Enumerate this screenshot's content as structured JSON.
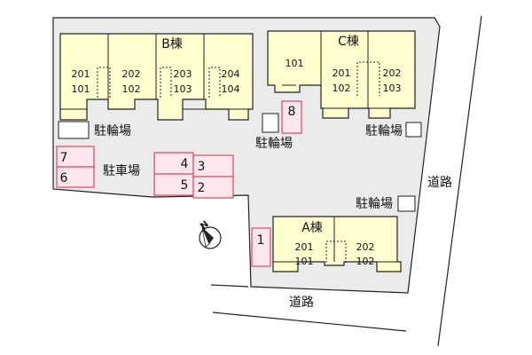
{
  "colors": {
    "site": "#ebebeb",
    "building": "#ffffd0",
    "parking_fill": "#fde6ee",
    "parking_stroke": "#e0455f",
    "outline": "#222222"
  },
  "buildings": {
    "b": {
      "name": "B棟",
      "units": [
        {
          "top": "201",
          "bottom": "101"
        },
        {
          "top": "202",
          "bottom": "102"
        },
        {
          "top": "203",
          "bottom": "103"
        },
        {
          "top": "204",
          "bottom": "104"
        }
      ]
    },
    "c": {
      "name": "C棟",
      "unit_single": "101",
      "units": [
        {
          "top": "201",
          "bottom": "102"
        },
        {
          "top": "202",
          "bottom": "103"
        }
      ]
    },
    "a": {
      "name": "A棟",
      "units": [
        {
          "top": "201",
          "bottom": "101"
        },
        {
          "top": "202",
          "bottom": "102"
        }
      ]
    }
  },
  "parking": {
    "label": "駐車場",
    "spaces": [
      "1",
      "2",
      "3",
      "4",
      "5",
      "6",
      "7",
      "8"
    ]
  },
  "bicycle_label": "駐輪場",
  "road_label": "道路",
  "compass": {
    "letter": "N"
  }
}
